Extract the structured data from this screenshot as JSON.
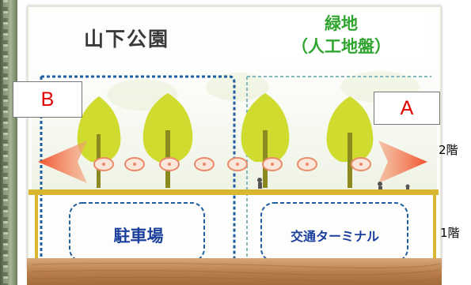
{
  "title": "山下公園",
  "green": {
    "line1": "緑地",
    "line2": "（人工地盤）"
  },
  "labels": {
    "a": "A",
    "b": "B"
  },
  "floors": {
    "second": "2階",
    "first": "1階"
  },
  "rooms": {
    "parking": "駐車場",
    "terminal": "交通ターミナル"
  },
  "colors": {
    "tree_leaf": "#cfdc2f",
    "tree_trunk": "#8c8a1f",
    "deck": "#d9b630",
    "ground": "#c89462",
    "dash_blue": "#1f5fa0",
    "label_red": "#e10000",
    "arrow": "#f06a3c",
    "room_text": "#1b3f9c",
    "green_text": "#2fa52f"
  }
}
